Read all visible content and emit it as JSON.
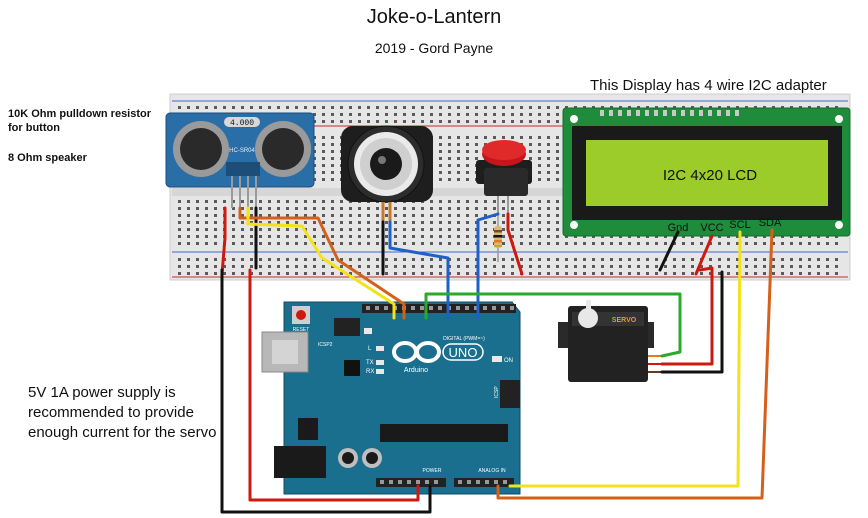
{
  "title": "Joke-o-Lantern",
  "subtitle": "2019 - Gord Payne",
  "notes": {
    "display": "This Display has 4 wire I2C adapter",
    "pulldown": "10K Ohm pulldown resistor for button",
    "speaker": "8 Ohm speaker",
    "power": "5V 1A power supply is recommended to provide enough current for the servo"
  },
  "sensor": {
    "label": "4.000",
    "model": "HC-SR04"
  },
  "lcd": {
    "screen_text": "I2C 4x20 LCD",
    "pins": [
      "Gnd",
      "VCC",
      "SCL",
      "SDA"
    ]
  },
  "servo": {
    "label": "SERVO"
  },
  "arduino": {
    "logo_text": "UNO",
    "brand": "Arduino",
    "reset_label": "RESET",
    "icsp_label": "ICSP2",
    "icsp_right_label": "ICSP",
    "digital_label": "DIGITAL (PWM=~)",
    "on_label": "ON",
    "power_label": "POWER",
    "analog_label": "ANALOG IN",
    "led_labels": [
      "L",
      "TX",
      "RX"
    ]
  },
  "colors": {
    "wire_red": "#cc1a10",
    "wire_black": "#111111",
    "wire_yellow": "#f2e21a",
    "wire_orange": "#d4601a",
    "wire_blue": "#1f5fc8",
    "wire_green": "#2aaa2a",
    "board_blue": "#1a6e8e",
    "lcd_green": "#9ccc2a",
    "pcb_green": "#1e8c3a"
  }
}
